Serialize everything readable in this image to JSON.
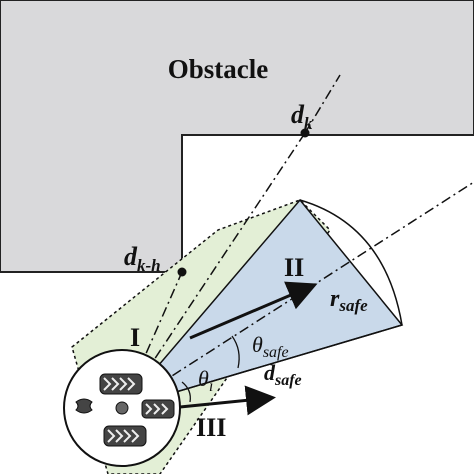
{
  "obstacle": {
    "label": "Obstacle",
    "colors": {
      "fill": "#d9d9db",
      "stroke": "#222222"
    }
  },
  "points": {
    "dk": {
      "main": "d",
      "sub": "k"
    },
    "dkh": {
      "main": "d",
      "sub": "k-h"
    }
  },
  "regions": {
    "I": "I",
    "II": "II",
    "III": "III"
  },
  "symbols": {
    "r_safe": {
      "main": "r",
      "sub": "safe"
    },
    "theta_safe": {
      "main": "θ",
      "sub": "safe"
    },
    "d_safe": {
      "main": "d",
      "sub": "safe"
    },
    "theta_i": {
      "main": "θ",
      "sub": "i"
    }
  },
  "colors": {
    "region_I_fill": "#e3efd6",
    "region_II_fill": "#c9d9ea",
    "line": "#111111"
  }
}
